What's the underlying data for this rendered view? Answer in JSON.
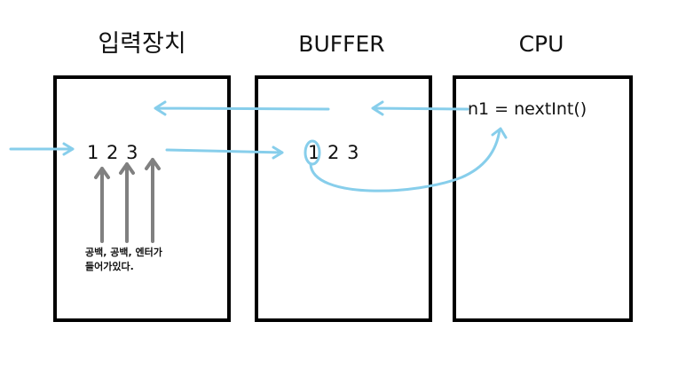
{
  "titles": {
    "input": "입력장치",
    "buffer": "BUFFER",
    "cpu": "CPU"
  },
  "input_box": {
    "digits": "1 2 3",
    "note_line1": "공백, 공백, 엔터가",
    "note_line2": "들어가있다."
  },
  "buffer_box": {
    "digits": "1 2 3"
  },
  "cpu_box": {
    "code": "n1 = nextInt()"
  },
  "colors": {
    "box_border": "#000000",
    "arrow_blue": "#87CEEB",
    "arrow_gray": "#808080"
  }
}
